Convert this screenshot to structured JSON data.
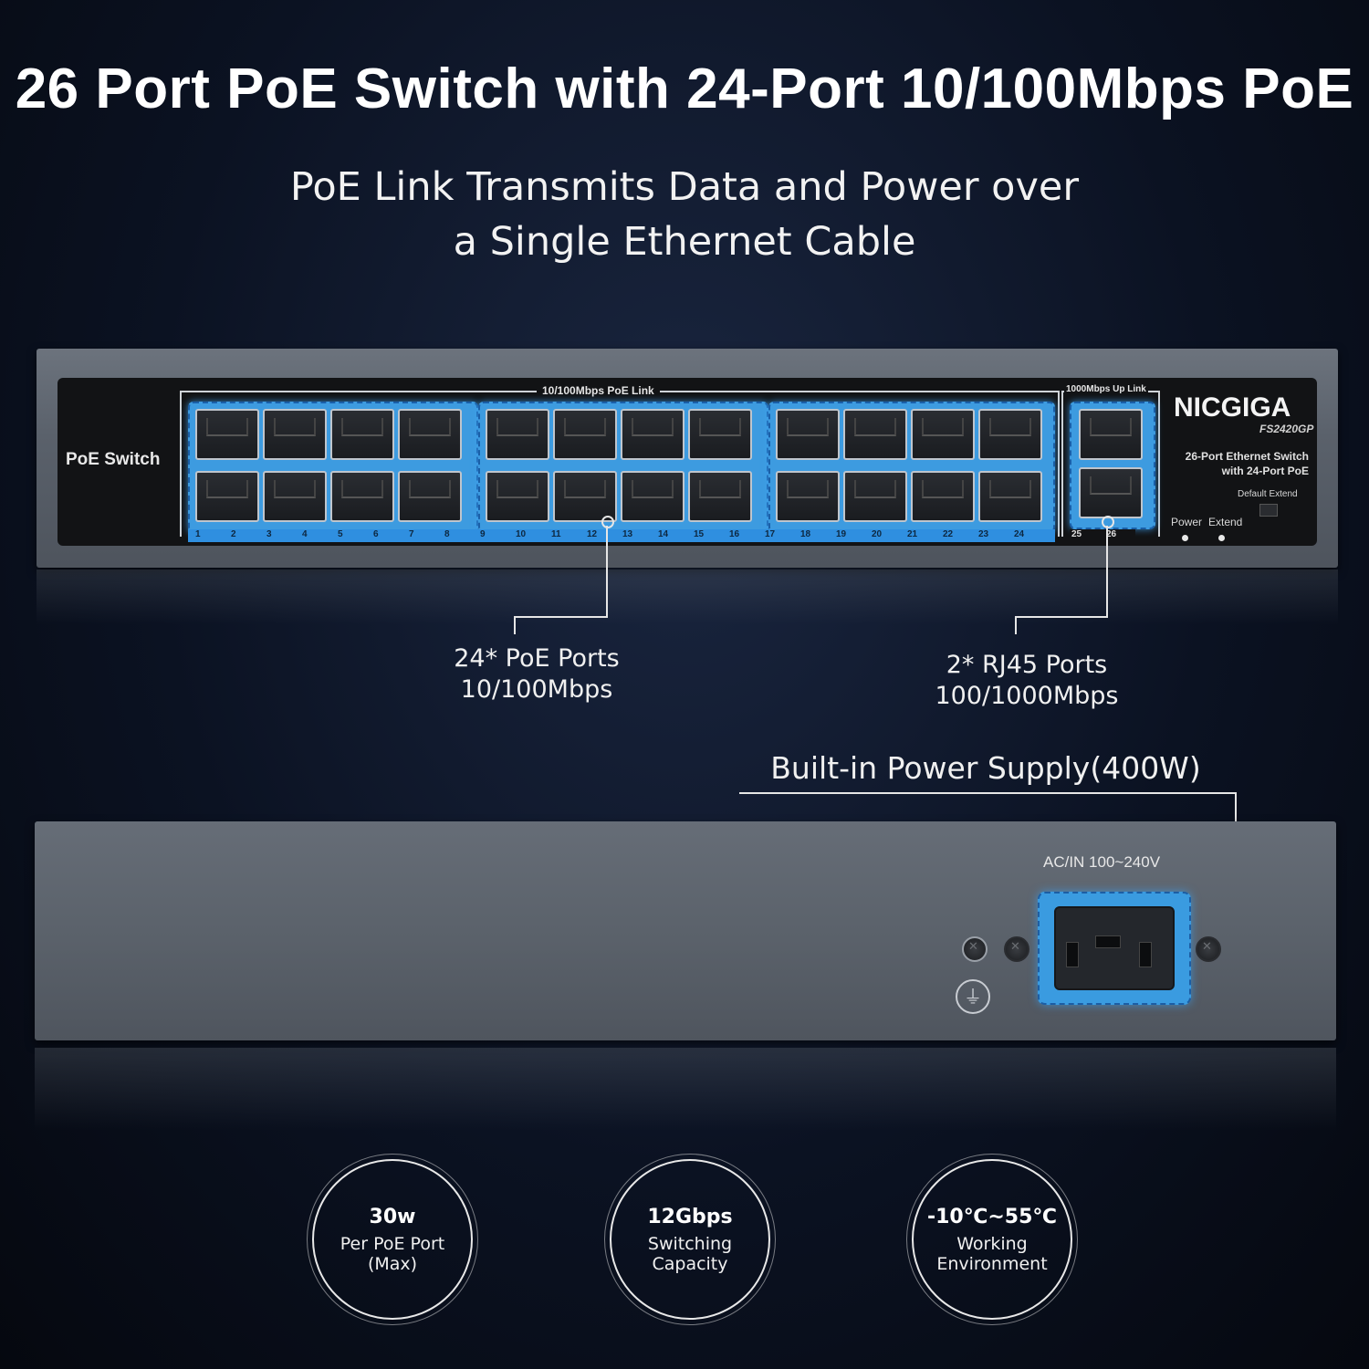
{
  "title": "26 Port PoE Switch with 24-Port 10/100Mbps PoE",
  "subtitle_line1": "PoE Link Transmits Data and Power over",
  "subtitle_line2": "a Single Ethernet Cable",
  "front": {
    "panel_label": "PoE Switch",
    "poe_group_label": "10/100Mbps  PoE Link",
    "uplink_group_label": "1000Mbps Up Link",
    "brand": "NICGIGA",
    "model": "FS2420GP",
    "description_line1": "26-Port Ethernet Switch",
    "description_line2": "with 24-Port PoE",
    "default_extend_label": "Default Extend",
    "power_label": "Power",
    "extend_label": "Extend",
    "port_numbers": [
      "1",
      "2",
      "3",
      "4",
      "5",
      "6",
      "7",
      "8",
      "9",
      "10",
      "11",
      "12",
      "13",
      "14",
      "15",
      "16",
      "17",
      "18",
      "19",
      "20",
      "21",
      "22",
      "23",
      "24"
    ],
    "uplink_numbers": [
      "25",
      "26"
    ]
  },
  "callouts": {
    "poe_ports_line1": "24* PoE Ports",
    "poe_ports_line2": "10/100Mbps",
    "rj45_line1": "2*  RJ45 Ports",
    "rj45_line2": "100/1000Mbps",
    "power_supply": "Built-in Power Supply(400W)"
  },
  "back": {
    "ac_label": "AC/IN 100~240V"
  },
  "badges": [
    {
      "value": "30w",
      "line1": "Per PoE Port",
      "line2": "(Max)"
    },
    {
      "value": "12Gbps",
      "line1": "Switching",
      "line2": "Capacity"
    },
    {
      "value": "-10℃~55℃",
      "line1": "Working",
      "line2": "Environment"
    }
  ],
  "colors": {
    "accent": "#3d9be0",
    "background": "#0b1222"
  }
}
